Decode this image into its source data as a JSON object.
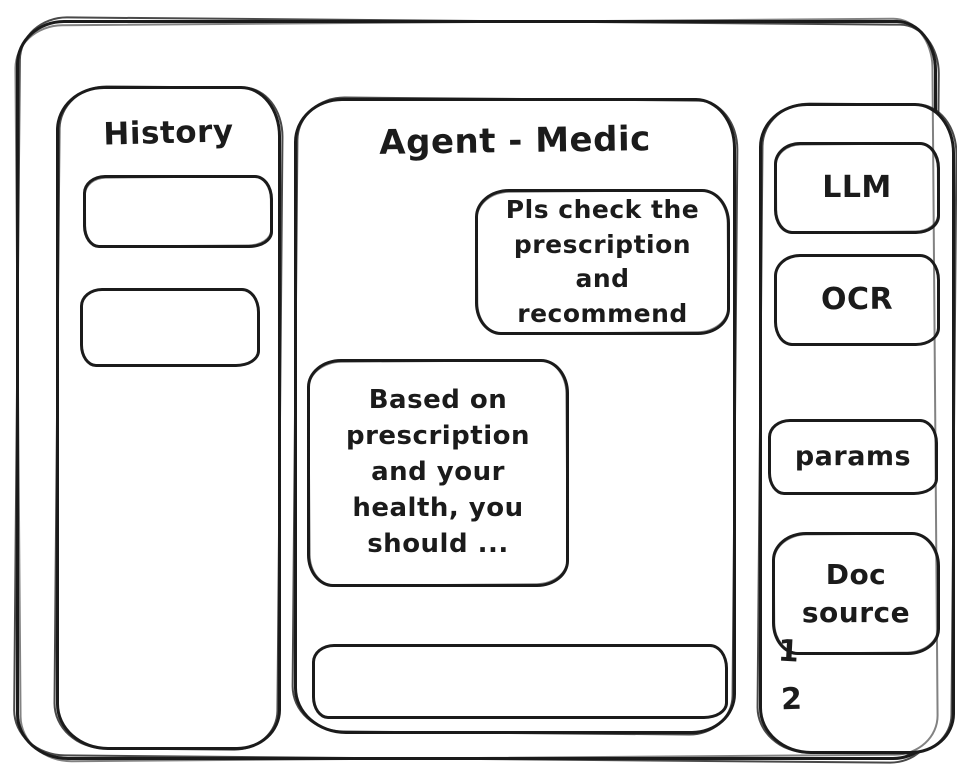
{
  "colors": {
    "ink": "#1b1b1b",
    "background": "#ffffff"
  },
  "app": {
    "history_panel": {
      "title": "History"
    },
    "chat_panel": {
      "title": "Agent - Medic",
      "messages": [
        {
          "role": "user",
          "text": "Pls check the prescription and recommend"
        },
        {
          "role": "assistant",
          "text": "Based on prescription and your health, you should ..."
        }
      ],
      "input": {
        "value": "",
        "placeholder": ""
      }
    },
    "tools_panel": {
      "buttons": [
        {
          "id": "llm",
          "label": "LLM"
        },
        {
          "id": "ocr",
          "label": "OCR"
        },
        {
          "id": "params",
          "label": "params"
        },
        {
          "id": "doc-source",
          "label": "Doc source"
        }
      ],
      "doc_source_items": [
        {
          "label": "1"
        },
        {
          "label": "2"
        }
      ]
    }
  }
}
